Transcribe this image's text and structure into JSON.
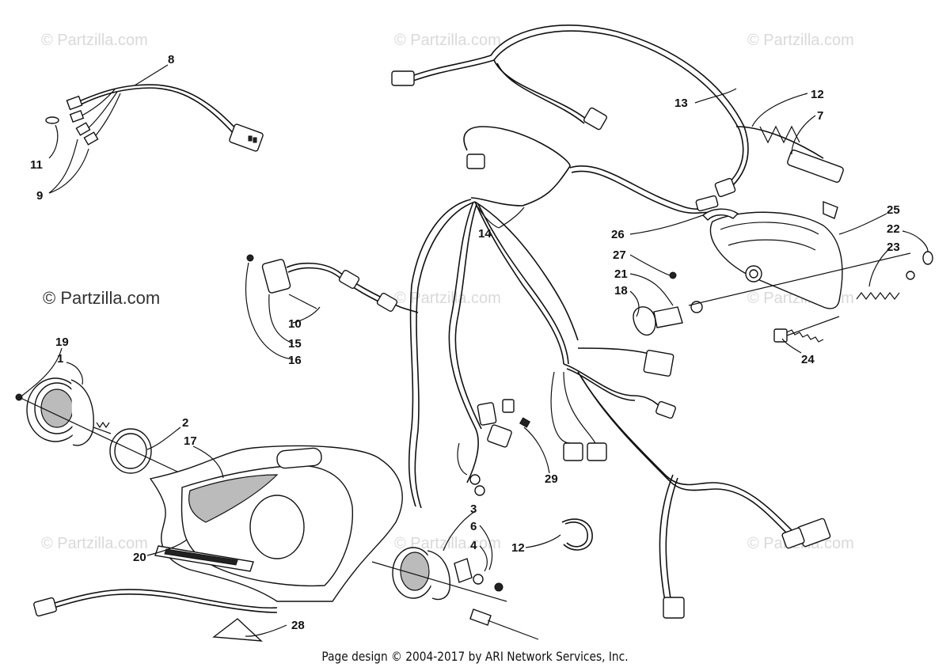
{
  "watermarks": {
    "small": "© Partzilla.com",
    "main": "© Partzilla.com"
  },
  "callouts": {
    "c1": "1",
    "c2": "2",
    "c3": "3",
    "c4": "4",
    "c6": "6",
    "c7": "7",
    "c8": "8",
    "c9": "9",
    "c10": "10",
    "c11": "11",
    "c12a": "12",
    "c12b": "12",
    "c13": "13",
    "c14": "14",
    "c15": "15",
    "c16": "16",
    "c17": "17",
    "c18": "18",
    "c19": "19",
    "c20": "20",
    "c21": "21",
    "c22": "22",
    "c23": "23",
    "c24": "24",
    "c25": "25",
    "c26": "26",
    "c27": "27",
    "c28": "28",
    "c29": "29"
  },
  "footer": "Page design © 2004-2017 by ARI Network Services, Inc."
}
